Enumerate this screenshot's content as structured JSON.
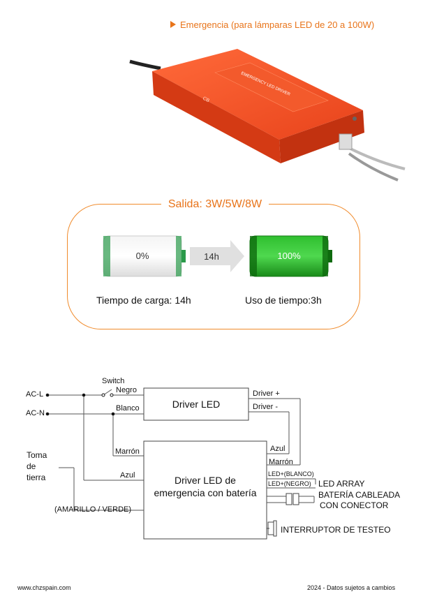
{
  "header": {
    "headline": "Emergencia (para lámparas LED de 20 a 100W)"
  },
  "product": {
    "label": "EMERGENCY LED DRIVER",
    "mark": "CB"
  },
  "output_panel": {
    "title": "Salida: 3W/5W/8W",
    "battery_empty": "0%",
    "arrow_label": "14h",
    "battery_full": "100%",
    "charge_time": "Tiempo de carga: 14h",
    "usage_time": "Uso de tiempo:3h"
  },
  "diagram": {
    "ac_l": "AC-L",
    "ac_n": "AC-N",
    "switch": "Switch",
    "negro": "Negro",
    "blanco": "Blanco",
    "driver_led": "Driver LED",
    "driver_plus": "Driver +",
    "driver_minus": "Driver -",
    "marron_left": "Marrón",
    "azul_right": "Azul",
    "marron_right": "Marrón",
    "toma": [
      "Toma",
      "de",
      "tierra"
    ],
    "azul_left": "Azul",
    "emergency_box": [
      "Driver LED de",
      "emergencia con batería"
    ],
    "led_blanco": "LED+(BLANCO)",
    "led_negro": "LED+(NEGRO)",
    "led_array": "LED ARRAY",
    "bateria": [
      "BATERÍA CABLEADA",
      "CON CONECTOR"
    ],
    "amarillo": "(AMARILLO / VERDE)",
    "interruptor": "INTERRUPTOR DE TESTEO"
  },
  "footer": {
    "website": "www.chzspain.com",
    "note": "2024 - Datos sujetos a cambios"
  },
  "colors": {
    "accent": "#e8741a",
    "product": "#f0461e",
    "battery_green": "#1aa51a"
  }
}
